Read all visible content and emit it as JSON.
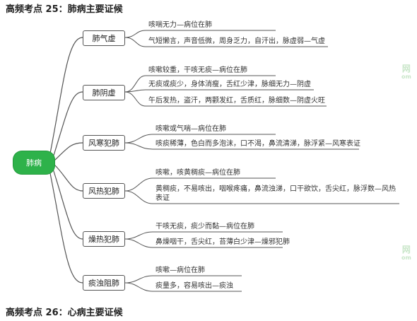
{
  "headings": {
    "top": "高频考点 25：肺病主要证候",
    "bottom": "高频考点 26：心病主要证候"
  },
  "root": {
    "label": "肺病"
  },
  "branches": [
    {
      "label": "肺气虚",
      "leaves": [
        "咳喘无力—病位在肺",
        "气短懒言，声音低微，周身乏力，自汗出，脉虚弱—气虚"
      ]
    },
    {
      "label": "肺阴虚",
      "leaves": [
        "咳嗽较重，干咳无痰—病位在肺",
        "无痰或痰少，身体消瘦，舌红少津，脉细无力—阴虚",
        "午后发热，盗汗，两颧发红，舌质红，脉细数—阴虚火旺"
      ]
    },
    {
      "label": "风寒犯肺",
      "leaves": [
        "咳嗽或气喘—病位在肺",
        "咳痰稀薄，色白而多泡沫，口不渴，鼻流清涕，脉浮紧—风寒表证"
      ]
    },
    {
      "label": "风热犯肺",
      "leaves": [
        "咳嗽，咳黄稠痰—病位在肺",
        "黄稠痰，不易咳出，咽喉疼痛，鼻流浊涕，口干欲饮，舌尖红，脉浮数—风热表证"
      ]
    },
    {
      "label": "燥热犯肺",
      "leaves": [
        "干咳无痰，痰少而黏—病位在肺",
        "鼻燥咽干，舌尖红，苔薄白少津—燥邪犯肺"
      ]
    },
    {
      "label": "痰浊阻肺",
      "leaves": [
        "咳嗽—病位在肺",
        "痰量多，容易咳出—痰浊"
      ]
    }
  ],
  "watermarks": [
    {
      "main": "网",
      "sub": "om"
    },
    {
      "main": "网",
      "sub": "om"
    }
  ]
}
